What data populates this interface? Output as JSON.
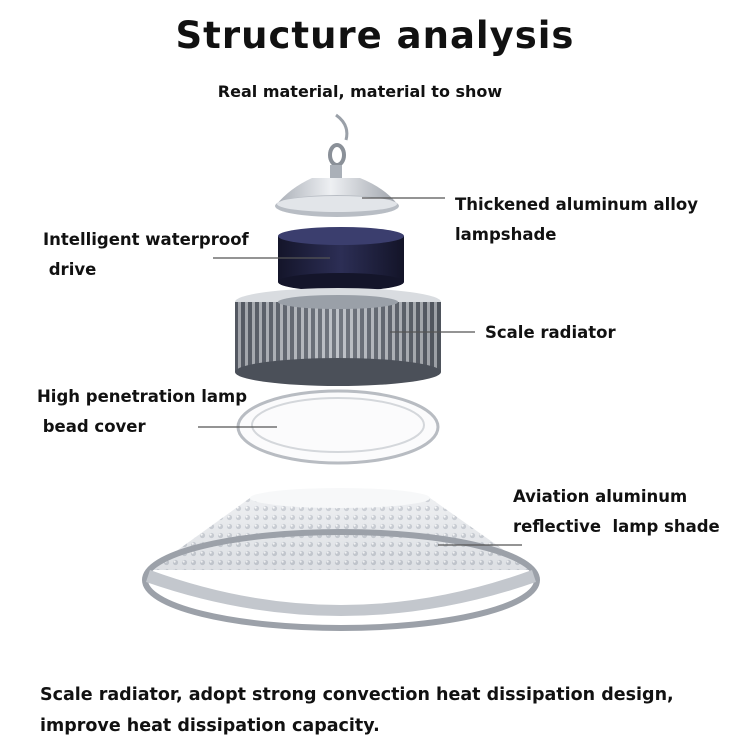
{
  "header": {
    "title": "Structure analysis",
    "subtitle": "Real material, material to show"
  },
  "labels": {
    "lampshade": [
      "Thickened aluminum alloy",
      "lampshade"
    ],
    "drive": [
      "Intelligent waterproof",
      " drive"
    ],
    "radiator": "Scale radiator",
    "bead_cover": [
      "High penetration lamp",
      " bead cover"
    ],
    "reflector": [
      "Aviation aluminum",
      "reflective  lamp shade"
    ]
  },
  "footer": [
    "Scale radiator, adopt strong convection heat dissipation design,",
    "improve heat dissipation capacity."
  ],
  "colors": {
    "text": "#111111",
    "leader_line": "#555555",
    "driver_body": "#1c1d3a",
    "aluminum": "#c9cdd3"
  }
}
